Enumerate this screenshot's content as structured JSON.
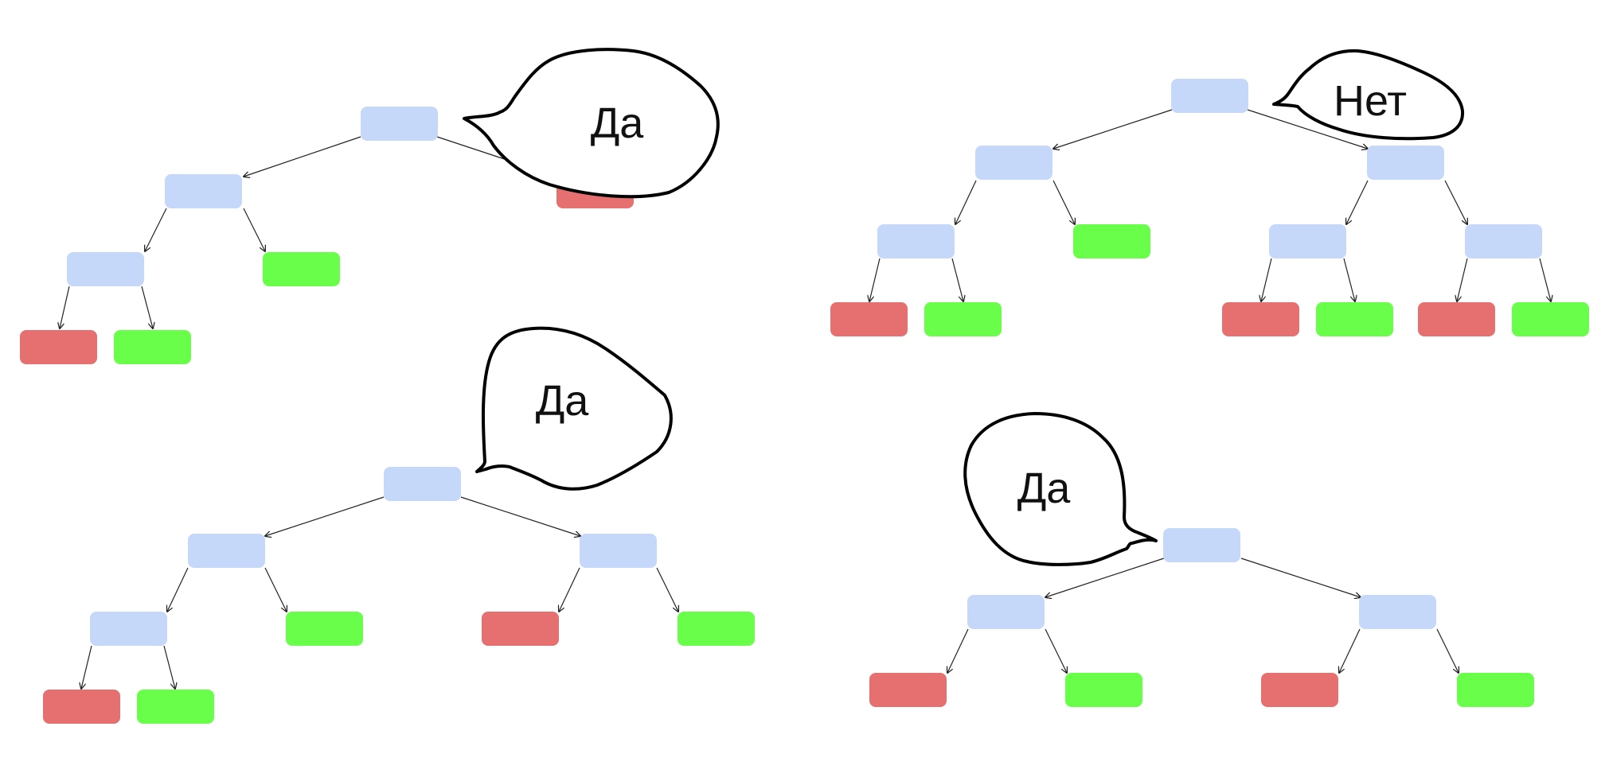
{
  "diagrams": [
    {
      "name": "tree-top-left",
      "answer": "Да"
    },
    {
      "name": "tree-top-right",
      "answer": "Нет"
    },
    {
      "name": "tree-bottom-left",
      "answer": "Да"
    },
    {
      "name": "tree-bottom-right",
      "answer": "Да"
    }
  ],
  "colors": {
    "internal_node": "#c6d8fa",
    "leaf_negative": "#e66f6f",
    "leaf_positive": "#68fe49",
    "edge": "#222222",
    "bubble_outline": "#000000"
  }
}
